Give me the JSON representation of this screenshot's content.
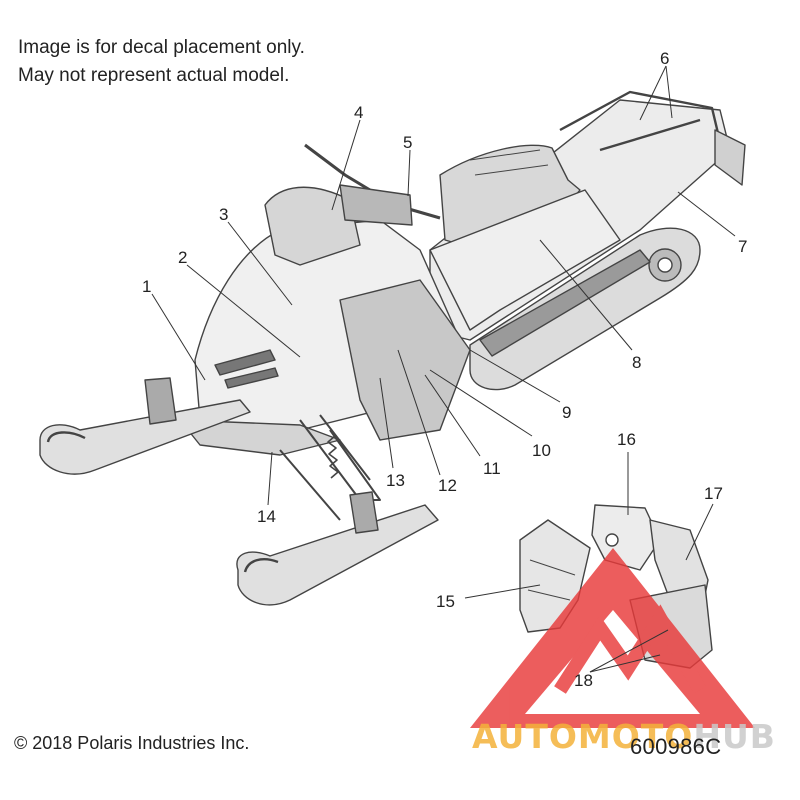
{
  "notes": {
    "line1": "Image is for decal placement only.",
    "line2": "May not represent actual model."
  },
  "callouts": [
    "1",
    "2",
    "3",
    "4",
    "5",
    "6",
    "7",
    "8",
    "9",
    "10",
    "11",
    "12",
    "13",
    "14",
    "15",
    "16",
    "17",
    "18"
  ],
  "footer": {
    "copyright": "© 2018 Polaris Industries Inc.",
    "part_number": "600986C"
  },
  "watermark": {
    "brand_part1": "AUTOMOTO",
    "brand_part2": "HUB",
    "colors": {
      "triangle": "#e83a3a",
      "auto_text": "#f4b23a",
      "hub_text": "#c9c9c9"
    }
  },
  "colors": {
    "line": "#444444",
    "body_fill": "#e8e8e8",
    "shade_fill": "#cfcfcf",
    "dark_fill": "#9a9a9a"
  }
}
